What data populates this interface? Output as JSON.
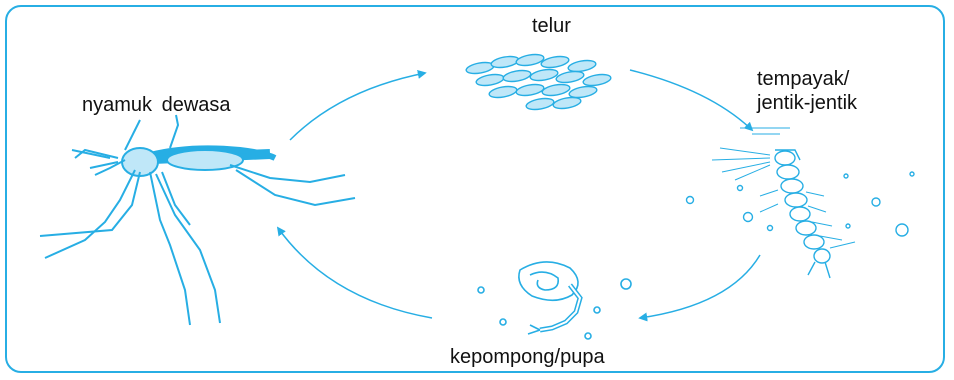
{
  "diagram": {
    "stages": {
      "egg": "telur",
      "larva_line1": "tempayak/",
      "larva_line2": "jentik-jentik",
      "pupa": "kepompong/pupa",
      "adult": "nyamuk dewasa"
    },
    "colors": {
      "accent": "#27aee4",
      "text": "#111111"
    },
    "icons": [
      "eggs-icon",
      "larva-icon",
      "pupa-icon",
      "mosquito-icon",
      "cycle-arrow"
    ]
  }
}
